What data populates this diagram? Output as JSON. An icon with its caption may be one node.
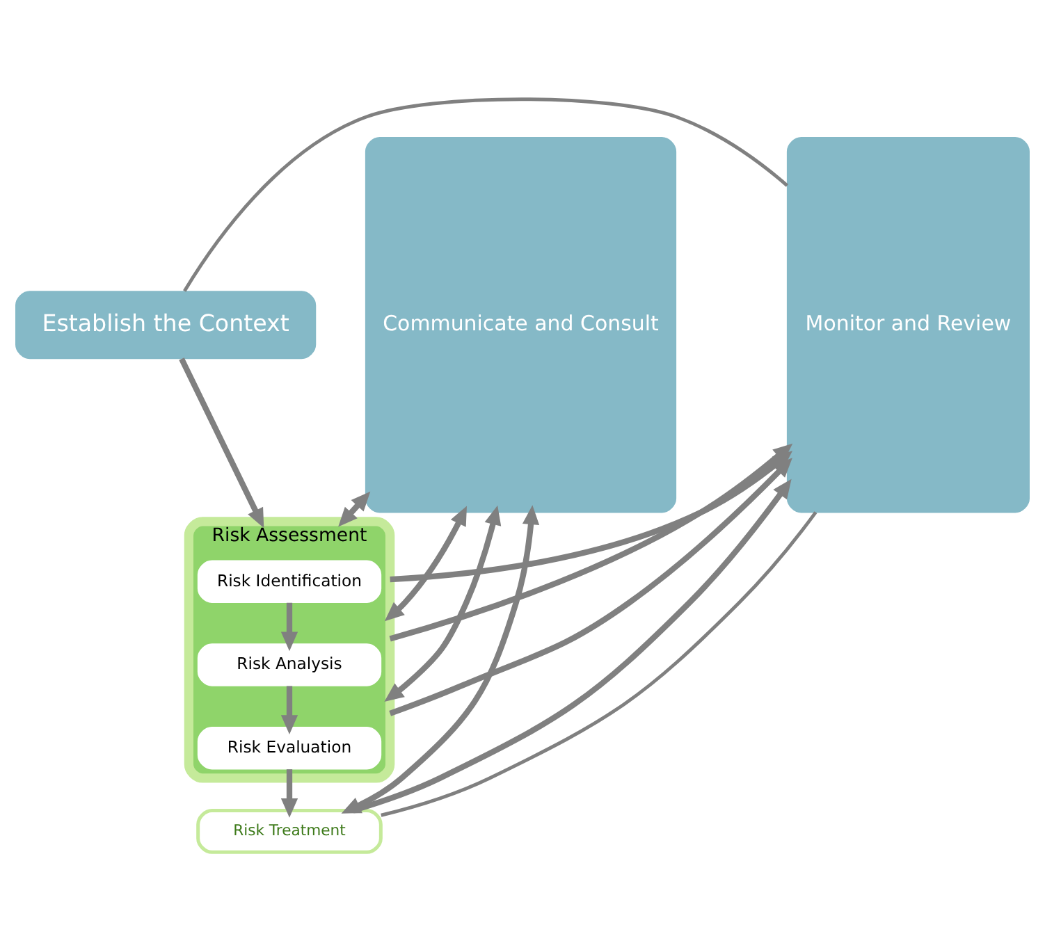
{
  "diagram": {
    "nodes": [
      {
        "text": [
          "Establish the Context"
        ]
      },
      {
        "text": [
          "Communicate and Consult"
        ]
      },
      {
        "text": [
          "Risk Assessment"
        ]
      },
      {
        "text": [
          "Risk Identification"
        ],
        "in": 2
      },
      {
        "text": [
          "Risk Analysis"
        ],
        "in": 2
      },
      {
        "text": [
          "Risk Evaluation"
        ],
        "in": 2
      },
      {
        "text": [
          "Risk Treatment"
        ]
      },
      {
        "text": [
          "Monitor and Review"
        ]
      }
    ],
    "edges": [
      {
        "from": 0,
        "to": 2,
        "arrow": "to"
      },
      {
        "from": 3,
        "to": 4,
        "arrow": "to"
      },
      {
        "from": 4,
        "to": 5,
        "arrow": "to"
      },
      {
        "from": 5,
        "to": 6,
        "arrow": "to"
      },
      {
        "from": 1,
        "to": 2,
        "arrow": "both"
      },
      {
        "from": 1,
        "to": 2,
        "arrow": "both"
      },
      {
        "from": 1,
        "to": 2,
        "arrow": "both"
      },
      {
        "from": 1,
        "to": 6,
        "arrow": "both"
      },
      {
        "from": 2,
        "to": 7,
        "arrow": "to"
      },
      {
        "from": 2,
        "to": 7,
        "arrow": "to"
      },
      {
        "from": 2,
        "to": 7,
        "arrow": "to"
      },
      {
        "from": 6,
        "to": 7,
        "arrow": "to"
      },
      {
        "from": 6,
        "to": 7,
        "arrow": "none"
      },
      {
        "from": 7,
        "to": 0,
        "arrow": "none"
      }
    ]
  }
}
